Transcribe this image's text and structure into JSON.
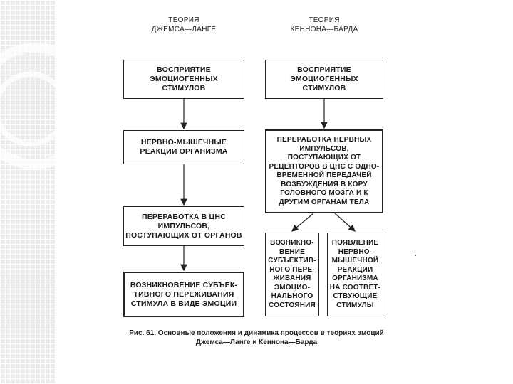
{
  "left_theory": {
    "title": "ТЕОРИЯ\nДЖЕМСА—ЛАНГЕ",
    "boxes": [
      "ВОСПРИЯТИЕ\nЭМОЦИОГЕННЫХ\nСТИМУЛОВ",
      "НЕРВНО-МЫШЕЧНЫЕ\nРЕАКЦИИ ОРГАНИЗМА",
      "ПЕРЕРАБОТКА В ЦНС\nИМПУЛЬСОВ,\nПОСТУПАЮЩИХ ОТ ОРГАНОВ",
      "ВОЗНИКНОВЕНИЕ СУБЪЕК-\nТИВНОГО ПЕРЕЖИВАНИЯ\nСТИМУЛА В ВИДЕ ЭМОЦИИ"
    ]
  },
  "right_theory": {
    "title": "ТЕОРИЯ\nКЕННОНА—БАРДА",
    "boxes": [
      "ВОСПРИЯТИЕ\nЭМОЦИОГЕННЫХ\nСТИМУЛОВ",
      "ПЕРЕРАБОТКА НЕРВНЫХ\nИМПУЛЬСОВ,\nПОСТУПАЮЩИХ ОТ\nРЕЦЕПТОРОВ В ЦНС С ОДНО-\nВРЕМЕННОЙ ПЕРЕДАЧЕЙ\nВОЗБУЖДЕНИЯ В КОРУ\nГОЛОВНОГО МОЗГА И К\nДРУГИМ ОРГАНАМ ТЕЛА",
      "ВОЗНИКНО-\nВЕНИЕ\nСУБЪЕКТИВ-\nНОГО ПЕРЕ-\nЖИВАНИЯ\nЭМОЦИО-\nНАЛЬНОГО\nСОСТОЯНИЯ",
      "ПОЯВЛЕНИЕ\nНЕРВНО-\nМЫШЕЧНОЙ\nРЕАКЦИИ\nОРГАНИЗМА\nНА СООТВЕТ-\nСТВУЮЩИЕ\nСТИМУЛЫ"
    ]
  },
  "caption": "Рис. 61. Основные положения и динамика процессов в теориях эмоций\nДжемса—Ланге и Кеннона—Барда",
  "colors": {
    "ink": "#222222",
    "sidebar": "#ececec"
  }
}
